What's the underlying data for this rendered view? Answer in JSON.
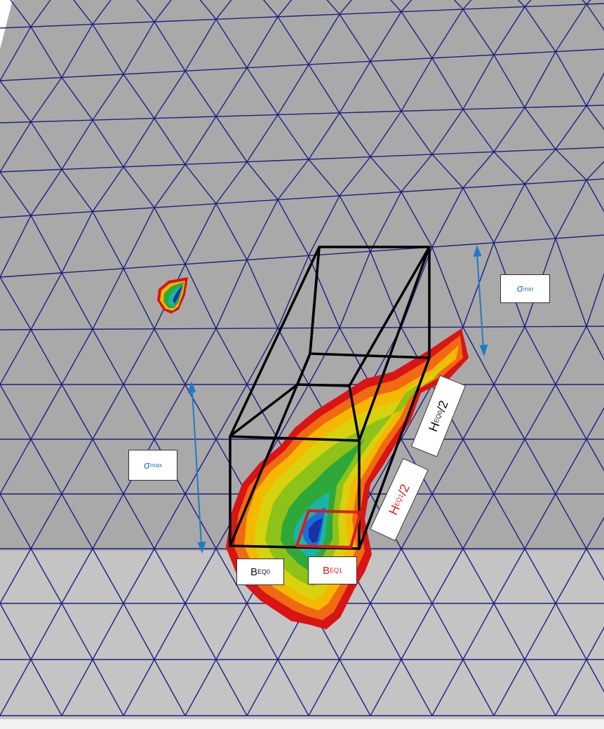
{
  "colors": {
    "mesh_light": "#c4c4c4",
    "mesh_dark": "#a9a9a9",
    "mesh_line": "#1f1f80",
    "box_line": "#000000",
    "inner_box_line": "#e01b1b",
    "arrow": "#1f7bc4",
    "contour": [
      "#d81414",
      "#f06a14",
      "#f5b800",
      "#d8d20e",
      "#8ec219",
      "#2fa83a",
      "#19b5a8",
      "#1a6fd6",
      "#1633a8"
    ]
  },
  "labels": {
    "sigma_min": {
      "main": "σ",
      "sub": "min"
    },
    "sigma_max": {
      "main": "σ",
      "sub": "max"
    },
    "h_eq0": {
      "main": "H",
      "sub": "EQ0",
      "suffix": " /2"
    },
    "h_eq1": {
      "main": "H",
      "sub": "EQ1",
      "suffix": " /2"
    },
    "b_eq0": {
      "main": "B",
      "sub": "EQ0"
    },
    "b_eq1": {
      "main": "B",
      "sub": "EQ1"
    }
  }
}
